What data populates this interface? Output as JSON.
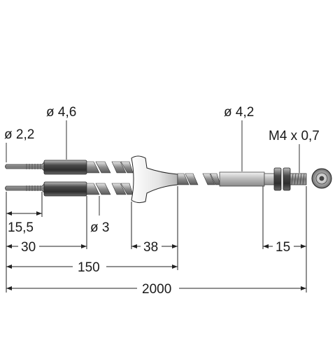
{
  "labels": {
    "dia_tip": "ø 2,2",
    "dia_body": "ø 4,6",
    "dia_cable": "ø 4,2",
    "thread": "M4 x 0,7",
    "dia_sleeve": "ø 3",
    "len_tip": "15,5",
    "len_30": "30",
    "len_38": "38",
    "len_15": "15",
    "len_150": "150",
    "len_2000": "2000"
  },
  "colors": {
    "line": "#222222",
    "metal_dark": "#555555",
    "metal_mid": "#9a9a9a",
    "metal_light": "#e6e6e6"
  }
}
